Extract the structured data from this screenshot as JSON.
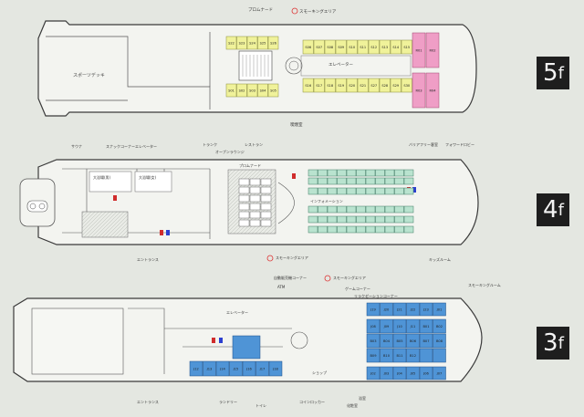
{
  "floors": [
    {
      "id": "5f",
      "number": "5",
      "suffix": "f",
      "deck_label": "スポーツデッキ",
      "labels": {
        "top_1": "プロムナード",
        "top_2": "スモーキングエリア",
        "side_1": "エレベーター",
        "bottom_1": "喫煙室"
      },
      "cabins_yellow": [
        "S22",
        "S23",
        "S24",
        "S25",
        "S26",
        "S01",
        "S02",
        "S03",
        "S04",
        "S05",
        "S06",
        "S07",
        "S08",
        "S09",
        "S10",
        "S11",
        "S12",
        "S13",
        "S14",
        "S15",
        "S16",
        "S17",
        "S18",
        "S19",
        "S20",
        "S21",
        "S27",
        "S28",
        "S29",
        "S30"
      ],
      "cabins_pink": [
        "R01",
        "R02",
        "R03",
        "R04"
      ]
    },
    {
      "id": "4f",
      "number": "4",
      "suffix": "f",
      "labels": {
        "sauna": "サウナ",
        "snack": "スナックコーナー",
        "elevator": "エレベーター",
        "bath_m": "大浴場(男)",
        "bath_f": "大浴場(女)",
        "trunk": "トランク",
        "lounge": "オープンラウンジ",
        "restaurant": "レストラン",
        "promenade": "プロムナード",
        "barrier": "バリアフリー客室",
        "smoking": "スモーキングエリア",
        "kids": "キッズルーム",
        "info": "インフォメーション",
        "foyer": "フォワードロビー",
        "entrance": "エントランス"
      }
    },
    {
      "id": "3f",
      "number": "3",
      "suffix": "f",
      "labels": {
        "elevator": "エレベーター",
        "vending": "自動販売機コーナー",
        "atm": "ATM",
        "smoking": "スモーキングエリア",
        "game": "ゲームコーナー",
        "relax": "リラクゼーションコーナー",
        "smoking2": "スモーキングルーム",
        "shop": "ショップ",
        "laundry": "ランドリー",
        "coin_locker": "コインロッカー",
        "entrance": "エントランス",
        "bath": "浴室",
        "toilet": "トイレ",
        "restroom": "化粧室"
      },
      "cabins_blue": [
        "J12",
        "J13",
        "J14",
        "J15",
        "J16",
        "J17",
        "J18",
        "J19",
        "J20",
        "J21",
        "J22",
        "J23",
        "J01",
        "J02",
        "J03",
        "J04",
        "J05",
        "J06",
        "J07",
        "J08",
        "J09",
        "J10",
        "J11",
        "B01",
        "B02",
        "B03",
        "B04",
        "B05",
        "B06",
        "B07",
        "B08",
        "B09",
        "B10",
        "B11",
        "B12"
      ]
    }
  ]
}
